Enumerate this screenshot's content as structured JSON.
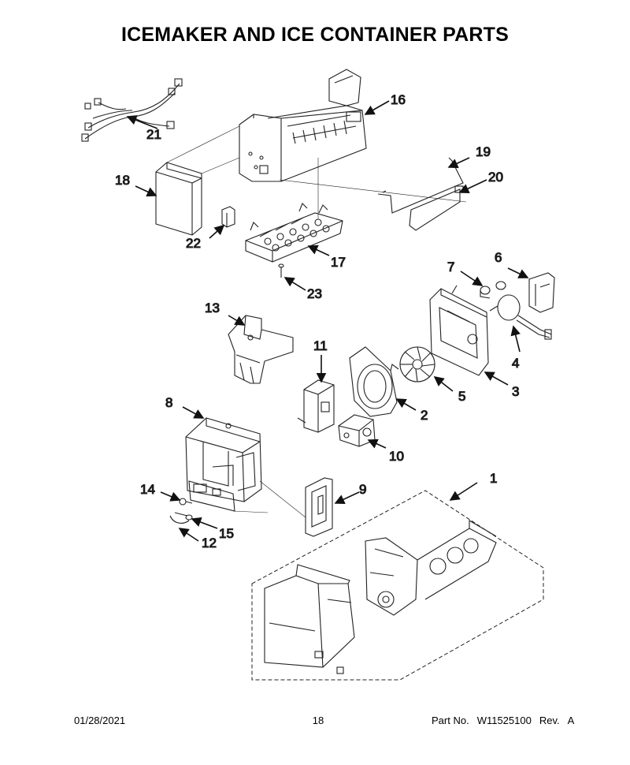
{
  "title": "ICEMAKER AND ICE CONTAINER PARTS",
  "callouts": [
    "1",
    "2",
    "3",
    "4",
    "5",
    "6",
    "7",
    "8",
    "9",
    "10",
    "11",
    "12",
    "13",
    "14",
    "15",
    "16",
    "17",
    "18",
    "19",
    "20",
    "21",
    "22",
    "23"
  ],
  "footer": {
    "date": "01/28/2021",
    "page": "18",
    "part_label": "Part No.",
    "part_number": "W11525100",
    "rev_label": "Rev.",
    "rev": "A"
  }
}
